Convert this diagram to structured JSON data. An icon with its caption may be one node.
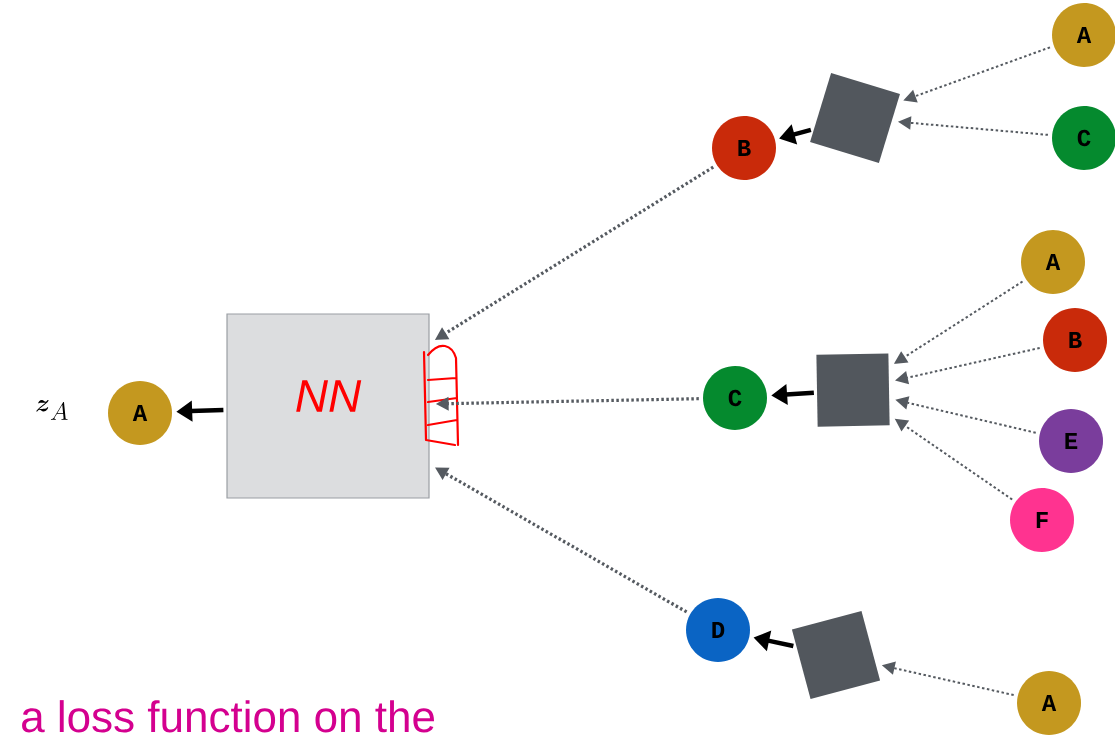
{
  "diagram": {
    "nodes": [
      {
        "text": [
          "A"
        ]
      },
      {
        "text": [
          "NN"
        ]
      },
      {
        "text": [
          "B"
        ]
      },
      {
        "text": [
          "C"
        ]
      },
      {
        "text": [
          "D"
        ]
      },
      {
        "text": [],
        "shape": "box"
      },
      {
        "text": [],
        "shape": "box"
      },
      {
        "text": [],
        "shape": "box"
      },
      {
        "text": [
          "A"
        ]
      },
      {
        "text": [
          "C"
        ]
      },
      {
        "text": [
          "A"
        ]
      },
      {
        "text": [
          "B"
        ]
      },
      {
        "text": [
          "E"
        ]
      },
      {
        "text": [
          "F"
        ]
      },
      {
        "text": [
          "A"
        ]
      }
    ],
    "edges": [
      {
        "from": 1,
        "to": 0,
        "arrow": "to",
        "style": "thick",
        "color": "#000000"
      },
      {
        "from": 2,
        "to": 1,
        "arrow": "to",
        "style": "dashed"
      },
      {
        "from": 3,
        "to": 1,
        "arrow": "to",
        "style": "dashed"
      },
      {
        "from": 4,
        "to": 1,
        "arrow": "to",
        "style": "dashed"
      },
      {
        "from": 5,
        "to": 2,
        "arrow": "to",
        "style": "thick",
        "color": "#000000"
      },
      {
        "from": 6,
        "to": 3,
        "arrow": "to",
        "style": "thick",
        "color": "#000000"
      },
      {
        "from": 7,
        "to": 4,
        "arrow": "to",
        "style": "thick",
        "color": "#000000"
      },
      {
        "from": 8,
        "to": 5,
        "arrow": "to",
        "style": "dashed"
      },
      {
        "from": 9,
        "to": 5,
        "arrow": "to",
        "style": "dashed"
      },
      {
        "from": 10,
        "to": 6,
        "arrow": "to",
        "style": "dashed"
      },
      {
        "from": 11,
        "to": 6,
        "arrow": "to",
        "style": "dashed"
      },
      {
        "from": 12,
        "to": 6,
        "arrow": "to",
        "style": "dashed"
      },
      {
        "from": 13,
        "to": 6,
        "arrow": "to",
        "style": "dashed"
      },
      {
        "from": 14,
        "to": 7,
        "arrow": "to",
        "style": "dashed"
      }
    ],
    "labels": [
      "\\boldsymbol{z}_A",
      "a loss function on the"
    ]
  }
}
